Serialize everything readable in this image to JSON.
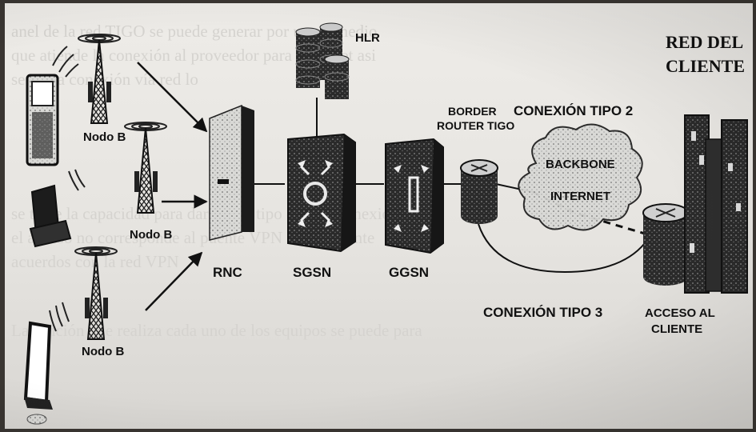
{
  "title": {
    "line1": "RED DEL",
    "line2": "CLIENTE"
  },
  "labels": {
    "nodo_b_1": "Nodo B",
    "nodo_b_2": "Nodo B",
    "nodo_b_3": "Nodo B",
    "rnc": "RNC",
    "sgsn": "SGSN",
    "ggsn": "GGSN",
    "hlr": "HLR",
    "border_router_line1": "BORDER",
    "border_router_line2": "ROUTER TIGO",
    "conexion_tipo_2": "CONEXIÓN TIPO 2",
    "backbone": "BACKBONE",
    "internet": "INTERNET",
    "conexion_tipo_3": "CONEXIÓN TIPO 3",
    "acceso_line1": "ACCESO AL",
    "acceso_line2": "CLIENTE"
  }
}
